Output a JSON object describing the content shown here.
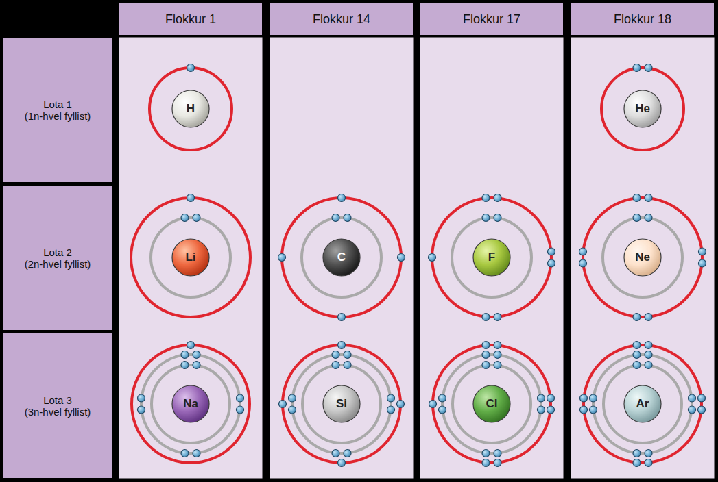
{
  "diagram": {
    "nodes": [
      {
        "text": [
          "Flokkur 1"
        ]
      },
      {
        "text": [
          "Flokkur 14"
        ]
      },
      {
        "text": [
          "Flokkur 17"
        ]
      },
      {
        "text": [
          "Flokkur 18"
        ]
      },
      {
        "text": [
          "Lota 1",
          "(1n-hvel fyllist)"
        ]
      },
      {
        "text": [
          "H"
        ]
      },
      {
        "text": [
          "He"
        ]
      },
      {
        "text": [
          "Lota 2",
          "(2n-hvel fyllist)"
        ]
      },
      {
        "text": [
          "Li"
        ]
      },
      {
        "text": [
          "C"
        ]
      },
      {
        "text": [
          "F"
        ]
      },
      {
        "text": [
          "Ne"
        ]
      },
      {
        "text": [
          "Lota 3",
          "(3n-hvel fyllist)"
        ]
      },
      {
        "text": [
          "Na"
        ]
      },
      {
        "text": [
          "Si"
        ]
      },
      {
        "text": [
          "Cl"
        ]
      },
      {
        "text": [
          "Ar"
        ]
      }
    ]
  }
}
